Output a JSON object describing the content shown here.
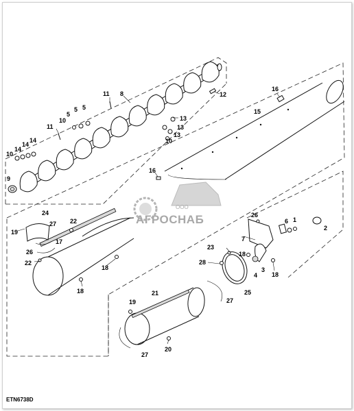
{
  "figure_code": "ETN6738D",
  "watermark": {
    "small": "ООО",
    "main": "АГРОСНАБ"
  },
  "callouts": [
    {
      "id": "c1",
      "text": "1"
    },
    {
      "id": "c2",
      "text": "2"
    },
    {
      "id": "c3",
      "text": "3"
    },
    {
      "id": "c4",
      "text": "4"
    },
    {
      "id": "c5a",
      "text": "5"
    },
    {
      "id": "c5b",
      "text": "5"
    },
    {
      "id": "c5c",
      "text": "5"
    },
    {
      "id": "c6",
      "text": "6"
    },
    {
      "id": "c7",
      "text": "7"
    },
    {
      "id": "c8",
      "text": "8"
    },
    {
      "id": "c9",
      "text": "9"
    },
    {
      "id": "c10a",
      "text": "10"
    },
    {
      "id": "c10b",
      "text": "10"
    },
    {
      "id": "c10c",
      "text": "10"
    },
    {
      "id": "c11a",
      "text": "11"
    },
    {
      "id": "c11b",
      "text": "11"
    },
    {
      "id": "c12",
      "text": "12"
    },
    {
      "id": "c13a",
      "text": "13"
    },
    {
      "id": "c13b",
      "text": "13"
    },
    {
      "id": "c13c",
      "text": "13"
    },
    {
      "id": "c14a",
      "text": "14"
    },
    {
      "id": "c14b",
      "text": "14"
    },
    {
      "id": "c14c",
      "text": "14"
    },
    {
      "id": "c15",
      "text": "15"
    },
    {
      "id": "c16a",
      "text": "16"
    },
    {
      "id": "c16b",
      "text": "16"
    },
    {
      "id": "c17",
      "text": "17"
    },
    {
      "id": "c18a",
      "text": "18"
    },
    {
      "id": "c18b",
      "text": "18"
    },
    {
      "id": "c18c",
      "text": "18"
    },
    {
      "id": "c18d",
      "text": "18"
    },
    {
      "id": "c19a",
      "text": "19"
    },
    {
      "id": "c19b",
      "text": "19"
    },
    {
      "id": "c20",
      "text": "20"
    },
    {
      "id": "c21",
      "text": "21"
    },
    {
      "id": "c22a",
      "text": "22"
    },
    {
      "id": "c22b",
      "text": "22"
    },
    {
      "id": "c23",
      "text": "23"
    },
    {
      "id": "c24",
      "text": "24"
    },
    {
      "id": "c25",
      "text": "25"
    },
    {
      "id": "c26a",
      "text": "26"
    },
    {
      "id": "c26b",
      "text": "26"
    },
    {
      "id": "c27a",
      "text": "27"
    },
    {
      "id": "c27b",
      "text": "27"
    },
    {
      "id": "c27c",
      "text": "27"
    },
    {
      "id": "c28",
      "text": "28"
    }
  ]
}
